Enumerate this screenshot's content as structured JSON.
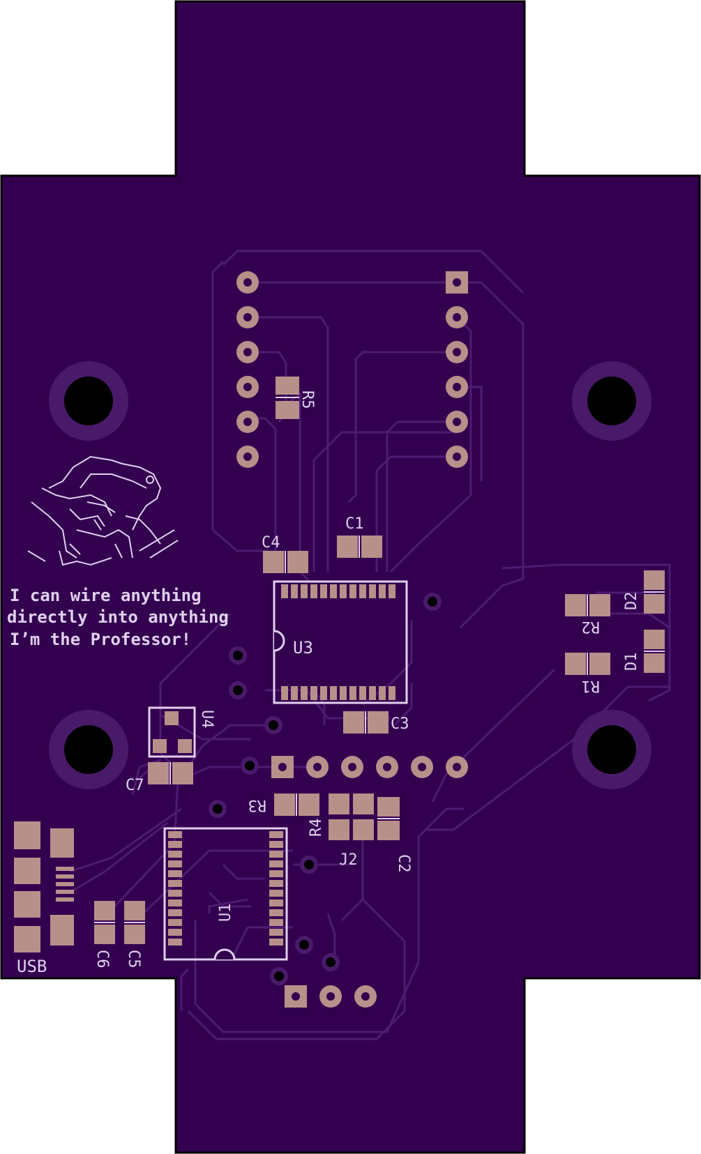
{
  "board": {
    "colors": {
      "background": "#ffffff",
      "substrate": "#33004f",
      "outline": "#000000",
      "trace": "#4e1b72",
      "silk": "#e0d0ee",
      "pad": "#b8908a",
      "drill": "#000000",
      "hole_ring": "#4a1a6a"
    },
    "labels": {
      "r5": "R5",
      "c1": "C1",
      "c4": "C4",
      "u3": "U3",
      "c3": "C3",
      "u4": "U4",
      "c7": "C7",
      "r3": "R3",
      "r4": "R4",
      "j2": "J2",
      "c2": "C2",
      "u1": "U1",
      "c6": "C6",
      "c5": "C5",
      "usb": "USB",
      "d2": "D2",
      "r2": "R2",
      "d1": "D1",
      "r1": "R1"
    },
    "quote": {
      "line1": "I can wire anything",
      "line2": "directly into anything",
      "line3": "I’m the Professor!"
    },
    "icons": {
      "logo": "professor-sketch-icon"
    }
  }
}
